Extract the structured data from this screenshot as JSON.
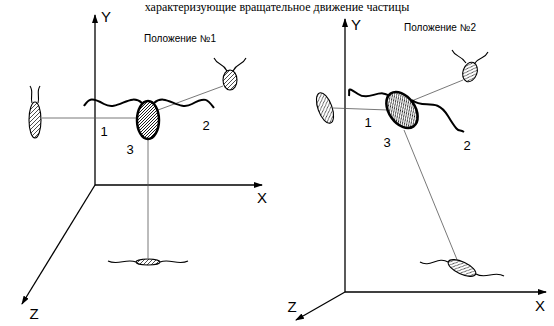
{
  "diagram": {
    "labels": [
      "характеризующие вращательное движение частицы",
      "Y",
      "Положение №1",
      "X",
      "Z",
      "1",
      "2",
      "3",
      "Y",
      "Положение №2",
      "X",
      "Z",
      "1",
      "2",
      "3"
    ]
  }
}
